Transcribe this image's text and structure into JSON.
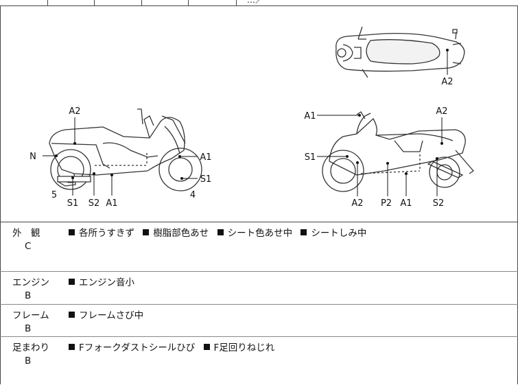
{
  "top_strip_text": "…／",
  "diagram": {
    "top_view_labels": [
      "A2"
    ],
    "left_view_labels": [
      "A2",
      "N",
      "A1",
      "S1",
      "5",
      "S1",
      "S2",
      "A1",
      "4"
    ],
    "right_view_labels": [
      "A1",
      "A2",
      "S1",
      "A2",
      "P2",
      "A1",
      "S2"
    ]
  },
  "rows": [
    {
      "category": "外　観",
      "grade": "C",
      "items": [
        "各所うすきず",
        "樹脂部色あせ",
        "シート色あせ中",
        "シートしみ中"
      ]
    },
    {
      "category": "エンジン",
      "grade": "B",
      "items": [
        "エンジン音小"
      ]
    },
    {
      "category": "フレーム",
      "grade": "B",
      "items": [
        "フレームさび中"
      ]
    },
    {
      "category": "足まわり",
      "grade": "B",
      "items": [
        "Fフォークダストシールひび",
        "F足回りねじれ"
      ]
    }
  ],
  "colors": {
    "line": "#444444",
    "text": "#111111",
    "shade": "#e9e9e9"
  }
}
